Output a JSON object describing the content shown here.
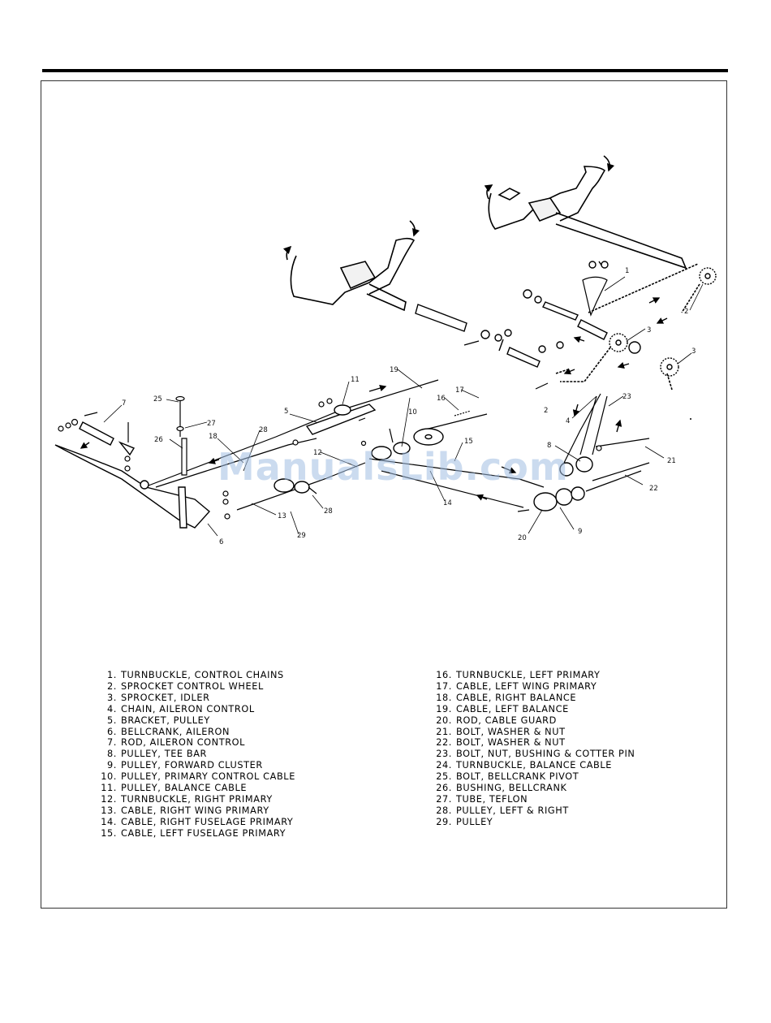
{
  "watermark": "ManualsLib.com",
  "callouts": {
    "c1": "1",
    "c2a": "2",
    "c2b": "2",
    "c3a": "3",
    "c3b": "3",
    "c4": "4",
    "c5": "5",
    "c6": "6",
    "c7": "7",
    "c8": "8",
    "c9": "9",
    "c10": "10",
    "c11": "11",
    "c12": "12",
    "c13": "13",
    "c14": "14",
    "c15": "15",
    "c16": "16",
    "c17": "17",
    "c18": "18",
    "c19": "19",
    "c20": "20",
    "c21": "21",
    "c22": "22",
    "c23": "23",
    "c25": "25",
    "c26": "26",
    "c27": "27",
    "c28a": "28",
    "c28b": "28",
    "c29": "29"
  },
  "legend_left": [
    {
      "num": "1.",
      "label": "TURNBUCKLE, CONTROL CHAINS"
    },
    {
      "num": "2.",
      "label": "SPROCKET CONTROL WHEEL"
    },
    {
      "num": "3.",
      "label": "SPROCKET, IDLER"
    },
    {
      "num": "4.",
      "label": "CHAIN, AILERON CONTROL"
    },
    {
      "num": "5.",
      "label": "BRACKET, PULLEY"
    },
    {
      "num": "6.",
      "label": "BELLCRANK, AILERON"
    },
    {
      "num": "7.",
      "label": "ROD, AILERON CONTROL"
    },
    {
      "num": "8.",
      "label": "PULLEY, TEE BAR"
    },
    {
      "num": "9.",
      "label": "PULLEY, FORWARD CLUSTER"
    },
    {
      "num": "10.",
      "label": "PULLEY, PRIMARY CONTROL CABLE"
    },
    {
      "num": "11.",
      "label": "PULLEY, BALANCE CABLE"
    },
    {
      "num": "12.",
      "label": "TURNBUCKLE, RIGHT PRIMARY"
    },
    {
      "num": "13.",
      "label": "CABLE, RIGHT WING PRIMARY"
    },
    {
      "num": "14.",
      "label": "CABLE, RIGHT FUSELAGE PRIMARY"
    },
    {
      "num": "15.",
      "label": "CABLE, LEFT FUSELAGE PRIMARY"
    }
  ],
  "legend_right": [
    {
      "num": "16.",
      "label": "TURNBUCKLE, LEFT PRIMARY"
    },
    {
      "num": "17.",
      "label": "CABLE, LEFT WING PRIMARY"
    },
    {
      "num": "18.",
      "label": "CABLE, RIGHT BALANCE"
    },
    {
      "num": "19.",
      "label": "CABLE, LEFT BALANCE"
    },
    {
      "num": "20.",
      "label": "ROD, CABLE GUARD"
    },
    {
      "num": "21.",
      "label": "BOLT, WASHER & NUT"
    },
    {
      "num": "22.",
      "label": "BOLT, WASHER & NUT"
    },
    {
      "num": "23.",
      "label": "BOLT, NUT, BUSHING & COTTER PIN"
    },
    {
      "num": "24.",
      "label": "TURNBUCKLE, BALANCE CABLE"
    },
    {
      "num": "25.",
      "label": "BOLT, BELLCRANK PIVOT"
    },
    {
      "num": "26.",
      "label": "BUSHING, BELLCRANK"
    },
    {
      "num": "27.",
      "label": "TUBE, TEFLON"
    },
    {
      "num": "28.",
      "label": "PULLEY, LEFT & RIGHT"
    },
    {
      "num": "29.",
      "label": "PULLEY"
    }
  ]
}
